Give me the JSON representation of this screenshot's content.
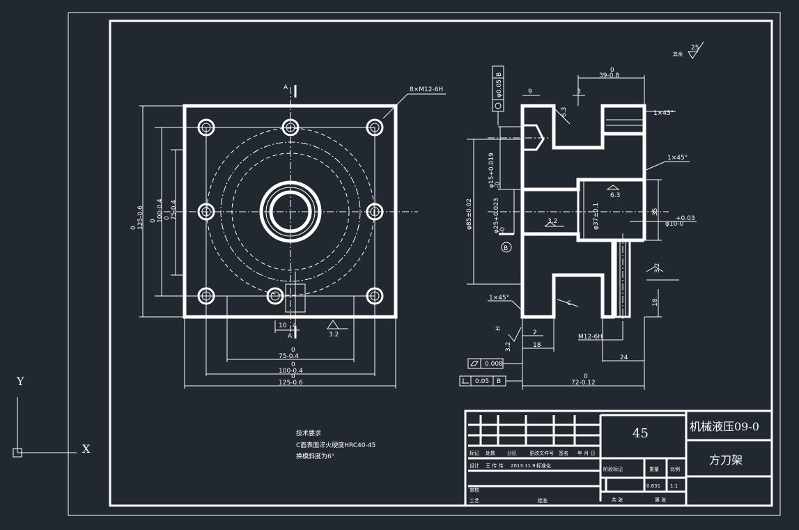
{
  "colors": {
    "background": "#212830",
    "lines": "#ffffff"
  },
  "top_view": {
    "section_mark_top": "A",
    "section_mark_bottom": "A",
    "thread_callout": "8×M12-6H",
    "dim_overall_h": "0\n125-0.6",
    "dim_mid_h": "0\n100-0.4",
    "dim_inner_h": "0\n75-0.4",
    "dim_bottom_75_tol": "0",
    "dim_bottom_75": "75-0.4",
    "dim_bottom_100_tol": "0",
    "dim_bottom_100": "100-0.4",
    "dim_bottom_125_tol": "0",
    "dim_bottom_125": "125-0.6",
    "dim_small_10": "10",
    "dim_small_4": "4",
    "roughness": "3.2"
  },
  "section_view": {
    "gdt_flatness_value": "φ0.05",
    "gdt_flatness_datum": "B",
    "dim_top_width_tol": "0",
    "dim_top_width": "39-0.8",
    "dim_9": "9",
    "dim_3": "3",
    "chamfer_top": "1×45°",
    "chamfer_mid": "1×45°",
    "chamfer_bottom": "1×45°",
    "roughness_63_a": "6.3",
    "roughness_63_b": "6.3",
    "roughness_32_a": "3.2",
    "roughness_32_b": "3.2",
    "roughness_32_c": "3.2",
    "dim_phi15": "φ15+0.019\n-0",
    "dim_phi25": "φ25+0.023\n-0",
    "dim_phi85": "φ85±0.02",
    "dim_phi37": "φ37±0.1",
    "dim_35": "35",
    "dim_phi10": "φ10+0.03\n-0",
    "dim_18_right": "18",
    "datum_b": "B",
    "label_c": "C",
    "dim_2": "2",
    "dim_18_bottom": "18",
    "thread_m12": "M12-6H",
    "dim_24": "24",
    "dim_72_tol": "0",
    "dim_72": "72-0.12",
    "dim_h_label": "H",
    "gdt_flat_value": "0.008",
    "gdt_par_value": "0.05",
    "gdt_par_datum": "B"
  },
  "general_roughness": {
    "label": "其余",
    "value": "25"
  },
  "tech_requirements": {
    "title": "技术要求",
    "line1": "C面表面淬火硬度HRC40-45",
    "line2": "换模斜度为6°"
  },
  "title_block": {
    "material": "45",
    "drawing_no": "机械液压09-0",
    "part_name": "方刀架",
    "header_labels": [
      "标记",
      "处数",
      "分区",
      "更改文件号",
      "签名",
      "年 月 日"
    ],
    "designer_label": "设计",
    "designer_name": "王 传 伟",
    "design_date": "2013.11.9",
    "std_label": "标准化",
    "review_label": "审核",
    "process_label": "工艺",
    "approve_label": "批准",
    "stage_label": "阶段标记",
    "weight_label": "重量",
    "scale_label": "比例",
    "weight_value": "0.631",
    "scale_value": "1:1",
    "sheet_total_label": "共 张",
    "sheet_label": "第 张"
  },
  "ucs": {
    "x_label": "X",
    "y_label": "Y"
  }
}
